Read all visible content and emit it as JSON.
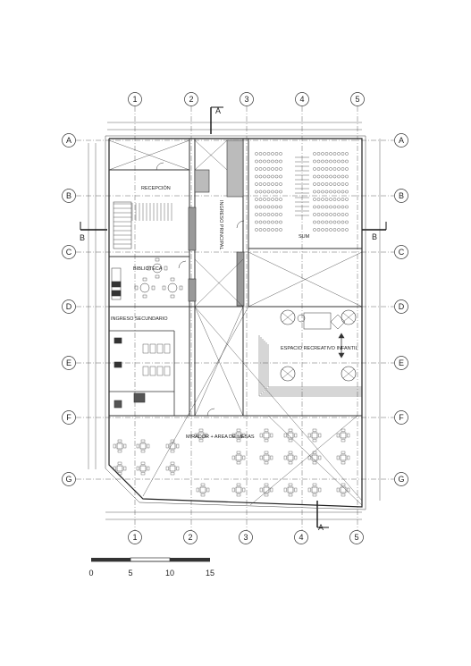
{
  "grid": {
    "columns": [
      "1",
      "2",
      "3",
      "4",
      "5"
    ],
    "rows": [
      "A",
      "B",
      "C",
      "D",
      "E",
      "F",
      "G"
    ]
  },
  "section_marks": {
    "a": "A",
    "b": "B"
  },
  "rooms": {
    "recepcion": "RECEPCIÓN",
    "ingreso_principal": "INGRESO PRINCIPAL",
    "sum": "SUM",
    "biblioteca": "BIBLIOTECA",
    "ingreso_secundario": "INGRESO SECUNDARIO",
    "espacio_recreativo": "ESPACIO RECREATIVO INFANTIL",
    "mirador": "MIRADOR + AREA DE MESAS"
  },
  "scale_bar": {
    "labels": [
      "0",
      "5",
      "10",
      "15"
    ]
  }
}
